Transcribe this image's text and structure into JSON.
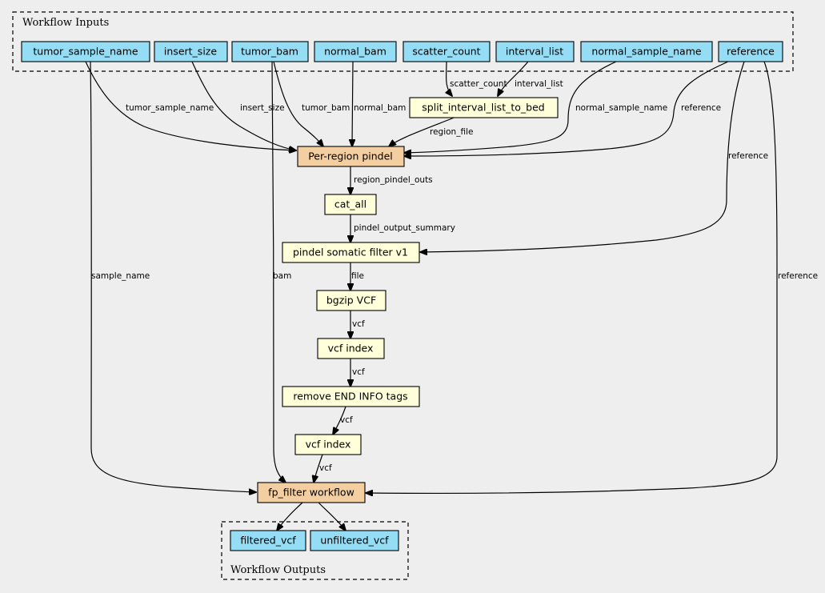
{
  "colors": {
    "background": "#eeeeee",
    "input_output": "#94ddf4",
    "step": "#ffffd9",
    "subworkflow": "#f3cea1"
  },
  "clusters": {
    "inputs": "Workflow Inputs",
    "outputs": "Workflow Outputs"
  },
  "nodes": {
    "tumor_sample_name": "tumor_sample_name",
    "insert_size": "insert_size",
    "tumor_bam": "tumor_bam",
    "normal_bam": "normal_bam",
    "scatter_count": "scatter_count",
    "interval_list": "interval_list",
    "normal_sample_name": "normal_sample_name",
    "reference": "reference",
    "split": "split_interval_list_to_bed",
    "pindel": "Per-region pindel",
    "cat_all": "cat_all",
    "somatic_filter": "pindel somatic filter v1",
    "bgzip": "bgzip VCF",
    "vcf_index_1": "vcf index",
    "remove_end": "remove END INFO tags",
    "vcf_index_2": "vcf index",
    "fp_filter": "fp_filter workflow",
    "filtered_vcf": "filtered_vcf",
    "unfiltered_vcf": "unfiltered_vcf"
  },
  "edge_labels": {
    "scatter_count": "scatter_count",
    "interval_list": "interval_list",
    "tumor_sample_name": "tumor_sample_name",
    "insert_size": "insert_size",
    "tumor_bam": "tumor_bam",
    "normal_bam": "normal_bam",
    "normal_sample_name": "normal_sample_name",
    "reference_pindel": "reference",
    "region_file": "region_file",
    "region_pindel_outs": "region_pindel_outs",
    "pindel_output_summary": "pindel_output_summary",
    "reference_filter": "reference",
    "file": "file",
    "vcf1": "vcf",
    "vcf2": "vcf",
    "vcf3": "vcf",
    "vcf4": "vcf",
    "sample_name": "sample_name",
    "bam": "bam",
    "reference_fp": "reference"
  }
}
